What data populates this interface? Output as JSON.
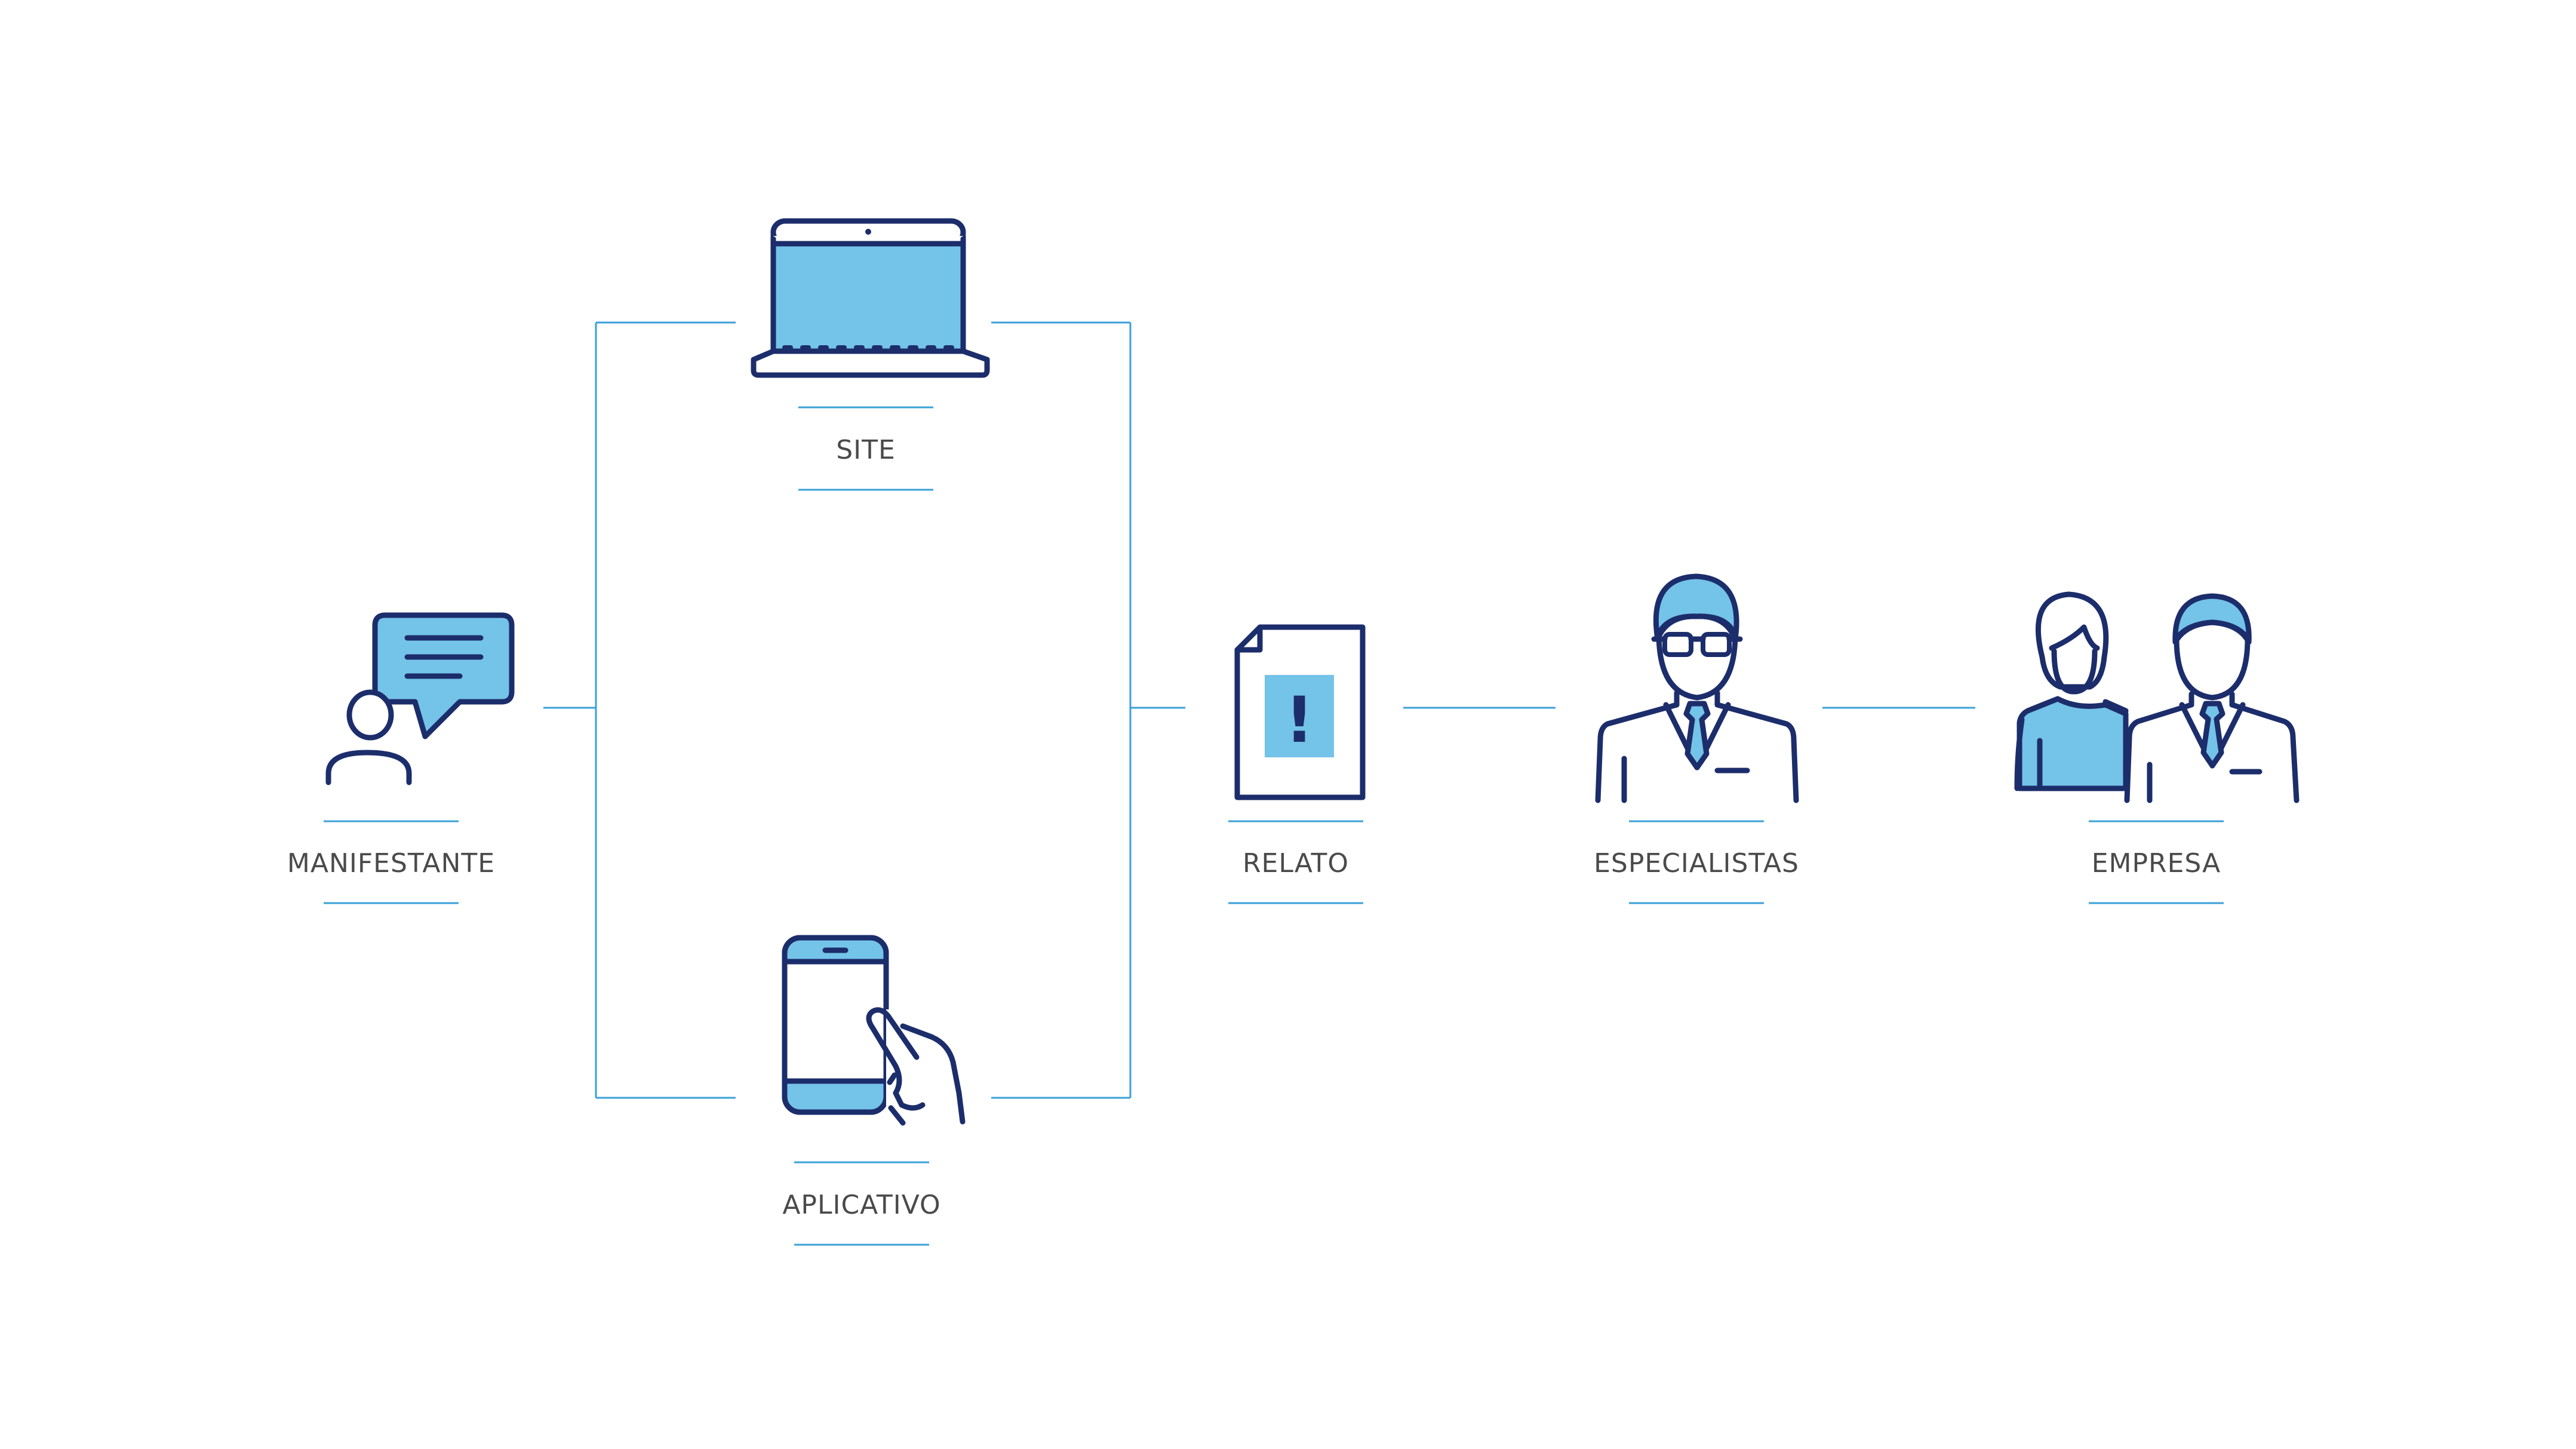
{
  "nodes": {
    "manifestante": {
      "label": "MANIFESTANTE",
      "icon": "person-speech-bubble-icon"
    },
    "site": {
      "label": "SITE",
      "icon": "laptop-icon"
    },
    "aplicativo": {
      "label": "APLICATIVO",
      "icon": "smartphone-hand-icon"
    },
    "relato": {
      "label": "RELATO",
      "icon": "document-alert-icon"
    },
    "especialistas": {
      "label": "ESPECIALISTAS",
      "icon": "specialist-icon"
    },
    "empresa": {
      "label": "EMPRESA",
      "icon": "team-icon"
    }
  },
  "relato_mark": "!",
  "colors": {
    "icon_stroke": "#1c2d6b",
    "icon_fill": "#74c3e8",
    "connector": "#3aa0d8",
    "label_text": "#4a4a4a",
    "background": "#ffffff"
  }
}
